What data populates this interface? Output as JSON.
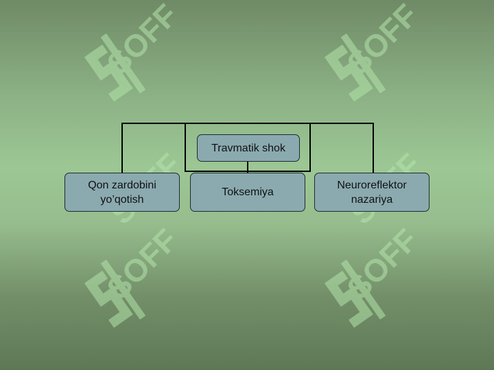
{
  "diagram": {
    "root": {
      "label": "Travmatik shok"
    },
    "children": [
      {
        "label": "Qon zardobini\nyo’qotish"
      },
      {
        "label": "Toksemiya"
      },
      {
        "label": "Neuroreflektor\nnazariya"
      }
    ]
  },
  "colors": {
    "box_fill": "#8aaab0",
    "box_border": "#1d2a2c",
    "connector": "#000000",
    "watermark": "#b2e3aa"
  },
  "watermark": {
    "text": "SOFF"
  }
}
